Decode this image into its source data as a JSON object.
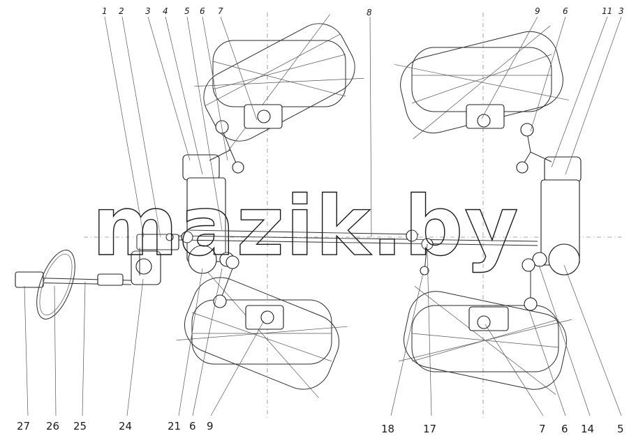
{
  "diagram": {
    "watermark": "mazik.by",
    "callouts_top": [
      "1",
      "2",
      "3",
      "4",
      "5",
      "6",
      "7",
      "8",
      "9",
      "6",
      "11",
      "3"
    ],
    "callouts_bottom": [
      "27",
      "26",
      "25",
      "24",
      "21",
      "6",
      "9",
      "18",
      "17",
      "7",
      "6",
      "14",
      "5"
    ]
  }
}
